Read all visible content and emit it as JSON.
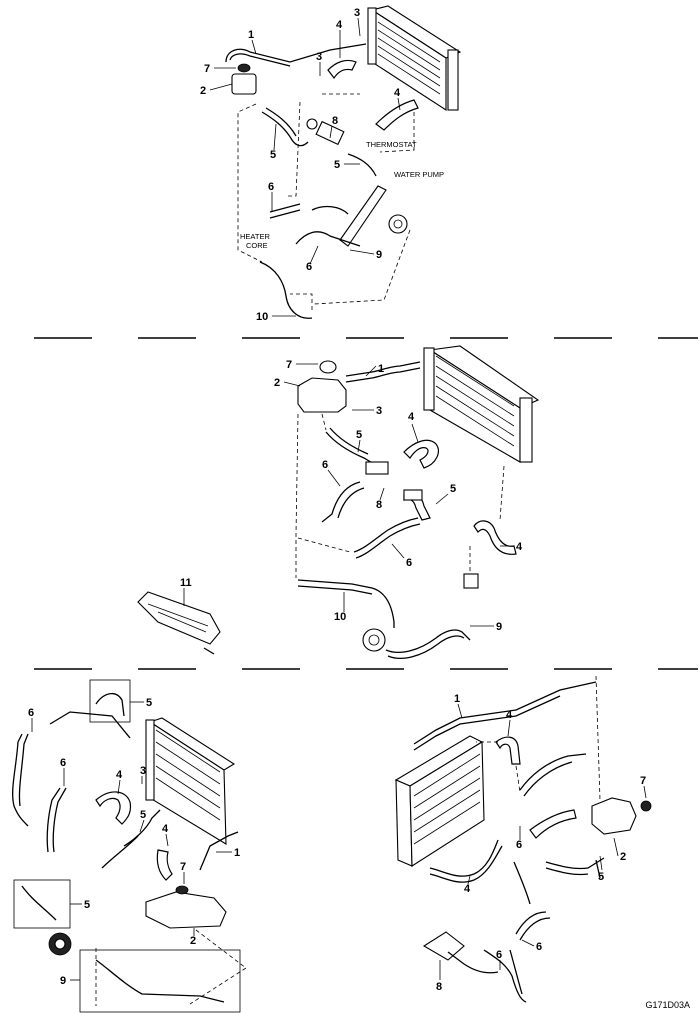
{
  "labels": {
    "thermostat": "THERMOSTAT",
    "water_pump": "WATER PUMP",
    "heater_core_line1": "HEATER",
    "heater_core_line2": "CORE"
  },
  "figure_code": "G171D03A",
  "callouts": {
    "p1": [
      "1",
      "7",
      "2",
      "3",
      "4",
      "3",
      "4",
      "5",
      "8",
      "5",
      "6",
      "9",
      "6",
      "10"
    ],
    "p2": [
      "7",
      "1",
      "2",
      "3",
      "5",
      "4",
      "6",
      "8",
      "5",
      "6",
      "4",
      "10",
      "9",
      "11"
    ],
    "p3": [
      "5",
      "6",
      "6",
      "3",
      "4",
      "5",
      "4",
      "7",
      "1",
      "5",
      "2",
      "9"
    ],
    "p4": [
      "1",
      "4",
      "7",
      "6",
      "2",
      "4",
      "5",
      "6",
      "6",
      "8"
    ]
  }
}
